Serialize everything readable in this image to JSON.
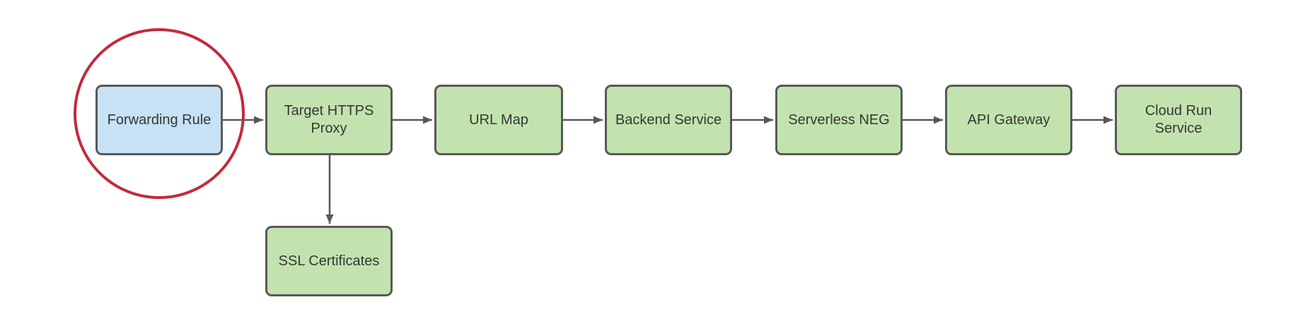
{
  "diagram": {
    "colors": {
      "background": "#ffffff",
      "green_fill": "#c2e3ae",
      "blue_fill": "#c7e2f4",
      "node_border": "#58585a",
      "arrow": "#58585a",
      "circle": "#c4293c",
      "text": "#363636"
    },
    "nodes": [
      {
        "id": "forwarding-rule",
        "label": "Forwarding Rule",
        "fill": "blue",
        "highlighted": true
      },
      {
        "id": "target-https-proxy",
        "label": "Target HTTPS Proxy",
        "fill": "green",
        "highlighted": false
      },
      {
        "id": "url-map",
        "label": "URL Map",
        "fill": "green",
        "highlighted": false
      },
      {
        "id": "backend-service",
        "label": "Backend Service",
        "fill": "green",
        "highlighted": false
      },
      {
        "id": "serverless-neg",
        "label": "Serverless NEG",
        "fill": "green",
        "highlighted": false
      },
      {
        "id": "api-gateway",
        "label": "API Gateway",
        "fill": "green",
        "highlighted": false
      },
      {
        "id": "cloud-run-service",
        "label": "Cloud Run Service",
        "fill": "green",
        "highlighted": false
      },
      {
        "id": "ssl-certificates",
        "label": "SSL Certificates",
        "fill": "green",
        "highlighted": false
      }
    ],
    "edges": [
      {
        "from": "Forwarding Rule",
        "to": "Target HTTPS Proxy",
        "direction": "right"
      },
      {
        "from": "Target HTTPS Proxy",
        "to": "URL Map",
        "direction": "right"
      },
      {
        "from": "URL Map",
        "to": "Backend Service",
        "direction": "right"
      },
      {
        "from": "Backend Service",
        "to": "Serverless NEG",
        "direction": "right"
      },
      {
        "from": "Serverless NEG",
        "to": "API Gateway",
        "direction": "right"
      },
      {
        "from": "API Gateway",
        "to": "Cloud Run Service",
        "direction": "right"
      },
      {
        "from": "Target HTTPS Proxy",
        "to": "SSL Certificates",
        "direction": "down"
      }
    ]
  }
}
